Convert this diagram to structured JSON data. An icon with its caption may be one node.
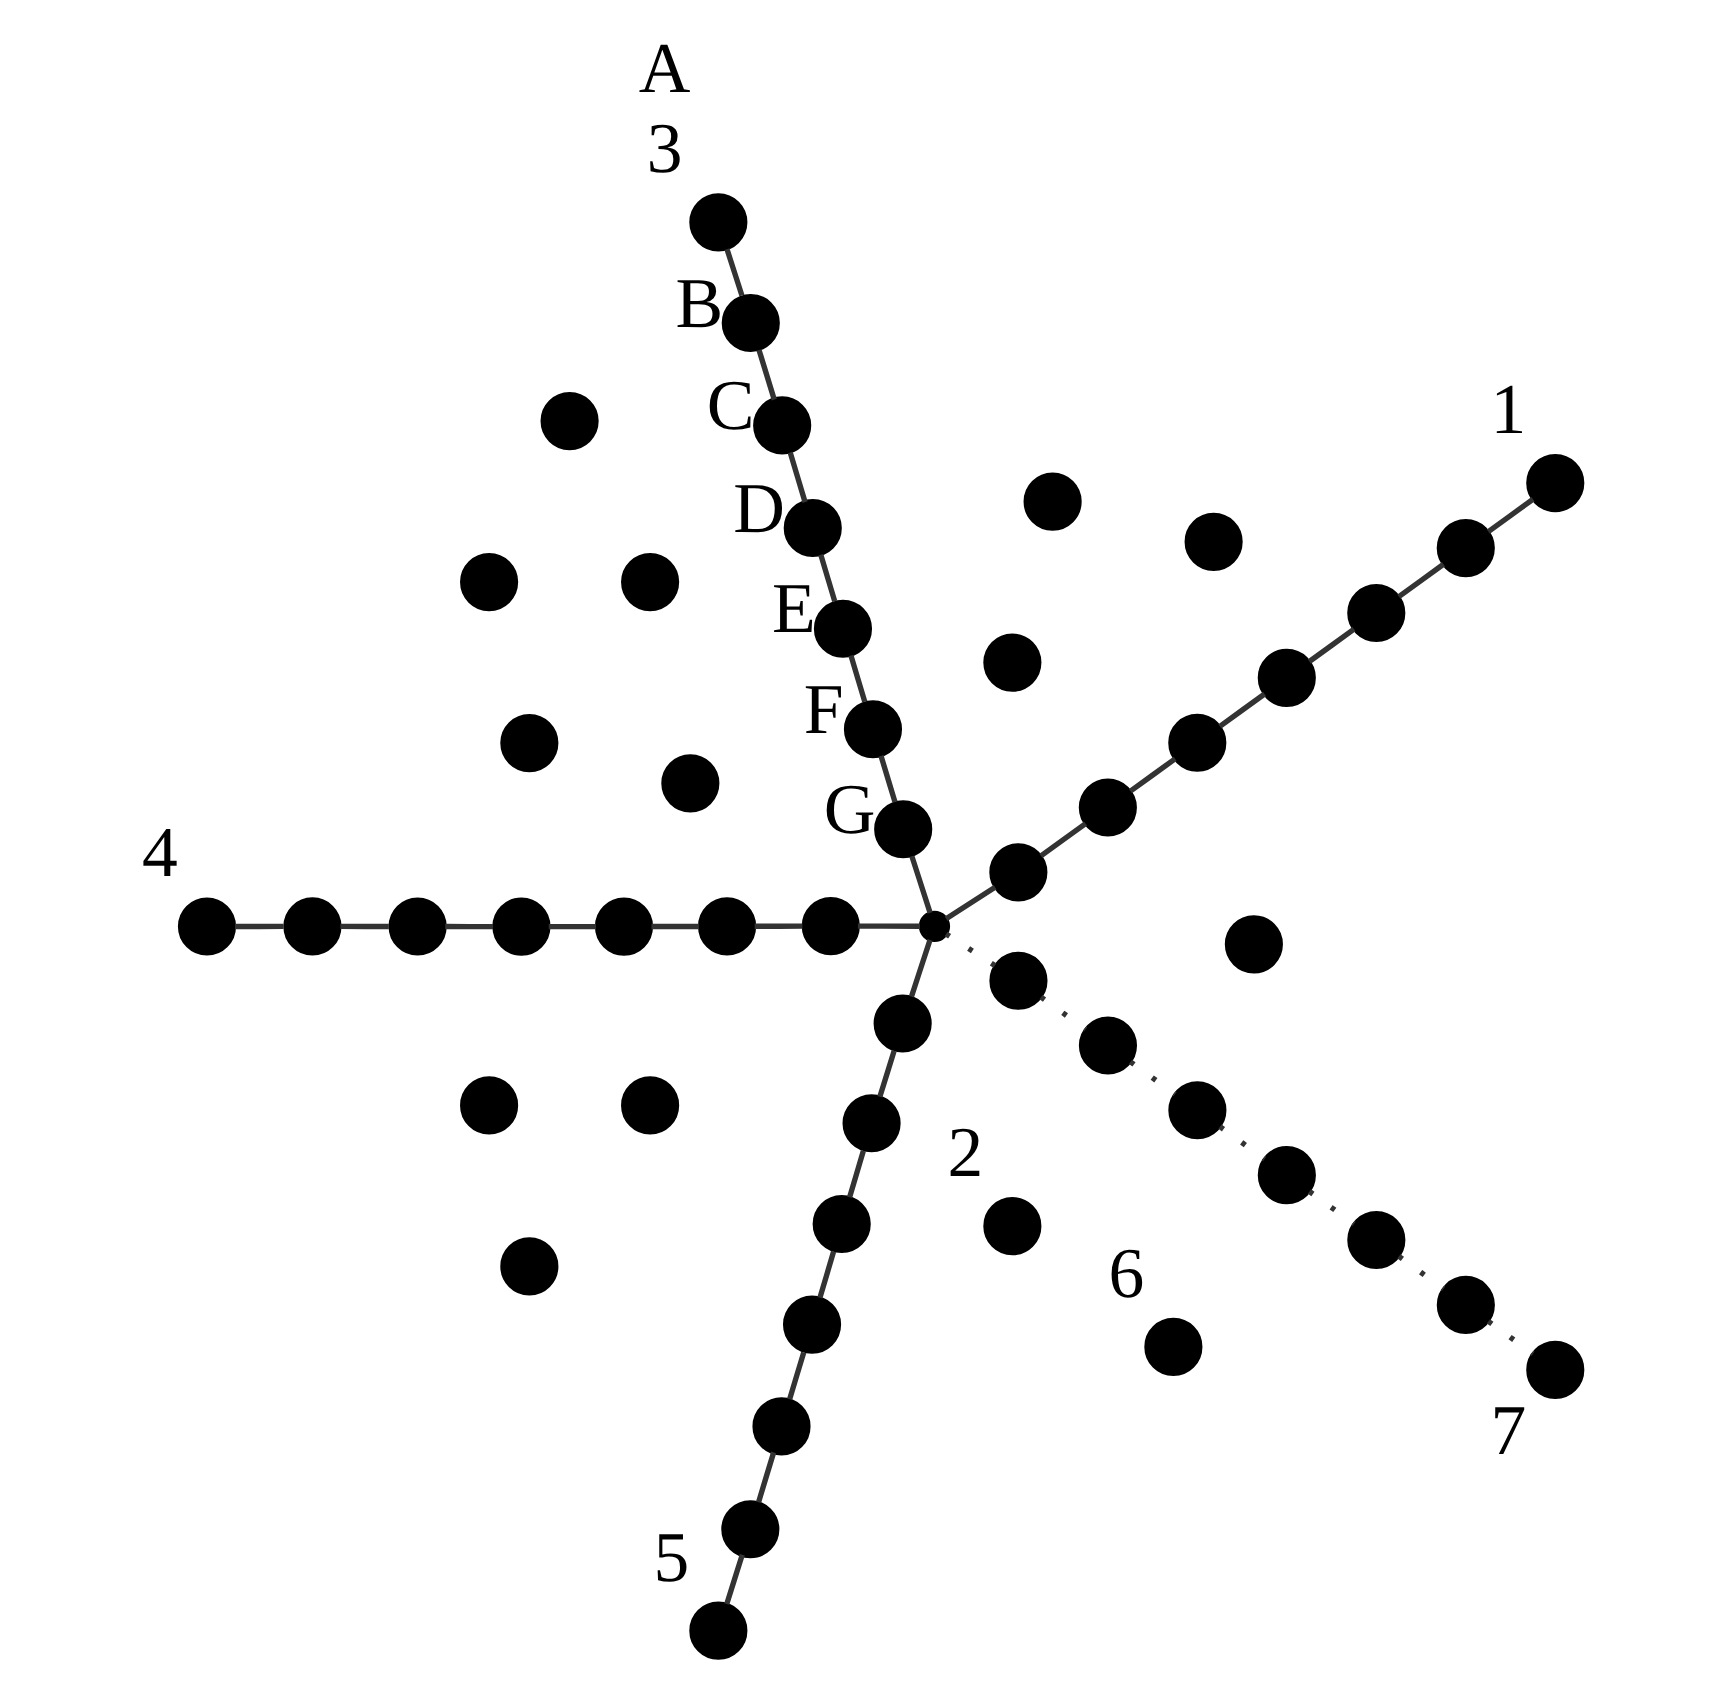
{
  "diagram": {
    "nodes": [
      {
        "text": [],
        "shape": "circle"
      },
      {
        "text": [],
        "shape": "circle"
      },
      {
        "text": [],
        "shape": "circle"
      },
      {
        "text": [],
        "shape": "circle"
      },
      {
        "text": [],
        "shape": "circle"
      },
      {
        "text": [],
        "shape": "circle"
      },
      {
        "text": [],
        "shape": "circle"
      },
      {
        "text": [],
        "shape": "circle",
        "beside": [
          "1"
        ]
      },
      {
        "text": [],
        "shape": "circle"
      },
      {
        "text": [],
        "shape": "circle"
      },
      {
        "text": [],
        "shape": "circle"
      },
      {
        "text": [],
        "shape": "circle"
      },
      {
        "text": [],
        "shape": "circle"
      },
      {
        "text": [],
        "shape": "circle"
      },
      {
        "text": [],
        "shape": "circle",
        "beside": [
          "2"
        ]
      },
      {
        "text": [],
        "shape": "circle",
        "beside": [
          "G"
        ]
      },
      {
        "text": [],
        "shape": "circle",
        "beside": [
          "F"
        ]
      },
      {
        "text": [],
        "shape": "circle",
        "beside": [
          "E"
        ]
      },
      {
        "text": [],
        "shape": "circle",
        "beside": [
          "D"
        ]
      },
      {
        "text": [],
        "shape": "circle",
        "beside": [
          "C"
        ]
      },
      {
        "text": [],
        "shape": "circle",
        "beside": [
          "B"
        ]
      },
      {
        "text": [],
        "shape": "circle",
        "beside": [
          "A",
          "3"
        ]
      },
      {
        "text": [],
        "shape": "circle"
      },
      {
        "text": [],
        "shape": "circle"
      },
      {
        "text": [],
        "shape": "circle"
      },
      {
        "text": [],
        "shape": "circle"
      },
      {
        "text": [],
        "shape": "circle"
      },
      {
        "text": [],
        "shape": "circle"
      },
      {
        "text": [],
        "shape": "circle",
        "beside": [
          "4"
        ]
      },
      {
        "text": [],
        "shape": "circle"
      },
      {
        "text": [],
        "shape": "circle"
      },
      {
        "text": [],
        "shape": "circle"
      },
      {
        "text": [],
        "shape": "circle"
      },
      {
        "text": [],
        "shape": "circle"
      },
      {
        "text": [],
        "shape": "circle"
      },
      {
        "text": [],
        "shape": "circle",
        "beside": [
          "5"
        ]
      },
      {
        "text": [],
        "shape": "circle"
      },
      {
        "text": [],
        "shape": "circle"
      },
      {
        "text": [],
        "shape": "circle"
      },
      {
        "text": [],
        "shape": "circle"
      },
      {
        "text": [],
        "shape": "circle"
      },
      {
        "text": [],
        "shape": "circle"
      },
      {
        "text": [],
        "shape": "circle",
        "beside": [
          "6"
        ]
      },
      {
        "text": [],
        "shape": "circle"
      },
      {
        "text": [],
        "shape": "circle"
      },
      {
        "text": [],
        "shape": "circle"
      },
      {
        "text": [],
        "shape": "circle"
      },
      {
        "text": [],
        "shape": "circle"
      },
      {
        "text": [],
        "shape": "circle"
      },
      {
        "text": [],
        "shape": "circle",
        "beside": [
          "7"
        ]
      }
    ],
    "edges": [
      {
        "from": 0,
        "to": 1,
        "arrow": "none"
      },
      {
        "from": 1,
        "to": 2,
        "arrow": "none"
      },
      {
        "from": 2,
        "to": 3,
        "arrow": "none"
      },
      {
        "from": 3,
        "to": 4,
        "arrow": "none"
      },
      {
        "from": 4,
        "to": 5,
        "arrow": "none"
      },
      {
        "from": 5,
        "to": 6,
        "arrow": "none"
      },
      {
        "from": 6,
        "to": 7,
        "arrow": "none"
      },
      {
        "from": 0,
        "to": 15,
        "arrow": "none"
      },
      {
        "from": 15,
        "to": 16,
        "arrow": "none"
      },
      {
        "from": 16,
        "to": 17,
        "arrow": "none"
      },
      {
        "from": 17,
        "to": 18,
        "arrow": "none"
      },
      {
        "from": 18,
        "to": 19,
        "arrow": "none"
      },
      {
        "from": 19,
        "to": 20,
        "arrow": "none"
      },
      {
        "from": 20,
        "to": 21,
        "arrow": "none"
      },
      {
        "from": 0,
        "to": 22,
        "arrow": "none"
      },
      {
        "from": 22,
        "to": 23,
        "arrow": "none"
      },
      {
        "from": 23,
        "to": 24,
        "arrow": "none"
      },
      {
        "from": 24,
        "to": 25,
        "arrow": "none"
      },
      {
        "from": 25,
        "to": 26,
        "arrow": "none"
      },
      {
        "from": 26,
        "to": 27,
        "arrow": "none"
      },
      {
        "from": 27,
        "to": 28,
        "arrow": "none"
      },
      {
        "from": 0,
        "to": 29,
        "arrow": "none"
      },
      {
        "from": 29,
        "to": 30,
        "arrow": "none"
      },
      {
        "from": 30,
        "to": 31,
        "arrow": "none"
      },
      {
        "from": 31,
        "to": 32,
        "arrow": "none"
      },
      {
        "from": 32,
        "to": 33,
        "arrow": "none"
      },
      {
        "from": 33,
        "to": 34,
        "arrow": "none"
      },
      {
        "from": 34,
        "to": 35,
        "arrow": "none"
      },
      {
        "from": 0,
        "to": 43,
        "arrow": "none",
        "style": "dashed"
      },
      {
        "from": 43,
        "to": 44,
        "arrow": "none",
        "style": "dashed"
      },
      {
        "from": 44,
        "to": 45,
        "arrow": "none",
        "style": "dashed"
      },
      {
        "from": 45,
        "to": 46,
        "arrow": "none",
        "style": "dashed"
      },
      {
        "from": 46,
        "to": 47,
        "arrow": "none",
        "style": "dashed"
      },
      {
        "from": 47,
        "to": 48,
        "arrow": "none",
        "style": "dashed"
      },
      {
        "from": 48,
        "to": 49,
        "arrow": "none",
        "style": "dashed"
      }
    ]
  }
}
